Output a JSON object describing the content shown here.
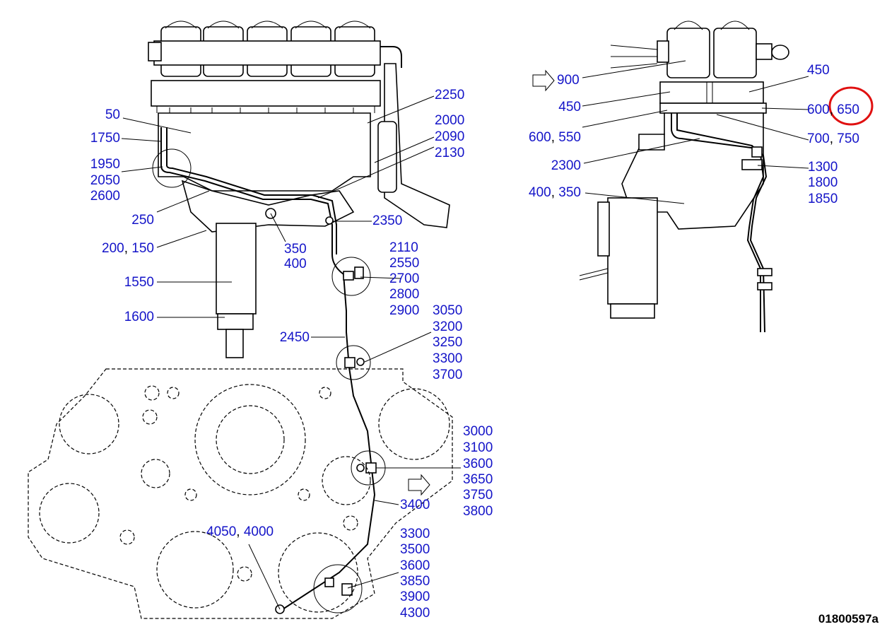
{
  "drawing_number": "01800597a",
  "highlighted_callout": "600, 650",
  "callouts": {
    "c_2250": "2250",
    "c_50": "50",
    "c_2000": "2000",
    "c_2090": "2090",
    "c_2130": "2130",
    "c_1750": "1750",
    "c_1950": "1950",
    "c_2050": "2050",
    "c_2600": "2600",
    "c_250": "250",
    "c_2350": "2350",
    "c_200_150_a": "200",
    "c_200_150_b": "150",
    "c_350": "350",
    "c_400": "400",
    "c_2110": "2110",
    "c_2550": "2550",
    "c_2700": "2700",
    "c_2800": "2800",
    "c_2900": "2900",
    "c_1550": "1550",
    "c_1600": "1600",
    "c_3050": "3050",
    "c_3200": "3200",
    "c_3250": "3250",
    "c_3300a": "3300",
    "c_3700": "3700",
    "c_2450": "2450",
    "c_3000": "3000",
    "c_3100": "3100",
    "c_3600a": "3600",
    "c_3650": "3650",
    "c_3750": "3750",
    "c_3800": "3800",
    "c_3400": "3400",
    "c_4050_4000_a": "4050",
    "c_4050_4000_b": "4000",
    "c_3300b": "3300",
    "c_3500": "3500",
    "c_3600b": "3600",
    "c_3850": "3850",
    "c_3900": "3900",
    "c_4300": "4300",
    "c_900": "900",
    "c_450a": "450",
    "c_450b": "450",
    "c_600_650_a": "600",
    "c_600_650_b": "650",
    "c_600_550_a": "600",
    "c_600_550_b": "550",
    "c_700_750_a": "700",
    "c_700_750_b": "750",
    "c_2300": "2300",
    "c_1300": "1300",
    "c_1800": "1800",
    "c_1850": "1850",
    "c_400_350_a": "400",
    "c_400_350_b": "350"
  }
}
